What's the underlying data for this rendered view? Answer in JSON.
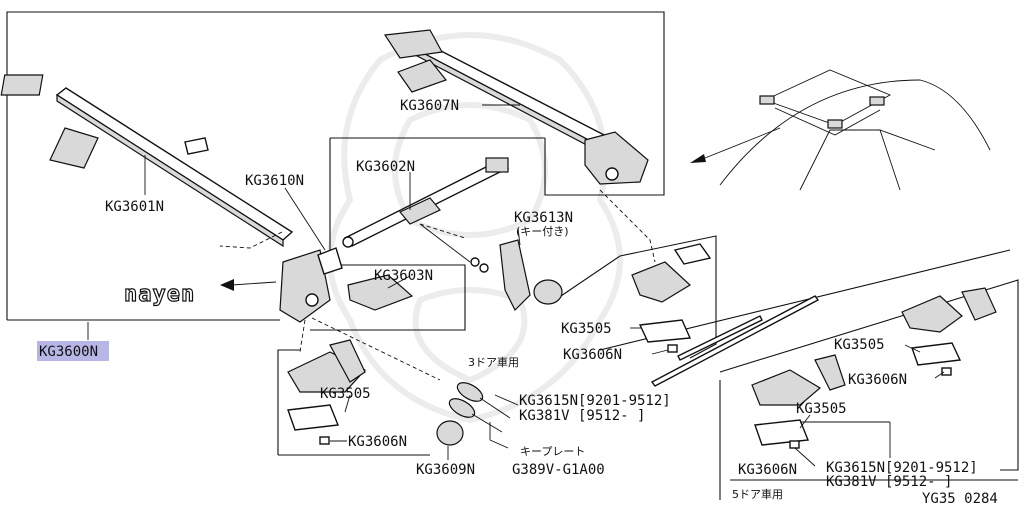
{
  "diagram": {
    "highlight_part": "KG3600N",
    "part_labels": {
      "kg3607n": "KG3607N",
      "kg3601n": "KG3601N",
      "kg3610n": "KG3610N",
      "kg3602n": "KG3602N",
      "kg3613n": "KG3613N",
      "kg3613n_note": "(キー付き)",
      "kg3603n": "KG3603N",
      "kg3600n": "KG3600N",
      "kg3505_a": "KG3505",
      "kg3606n_a": "KG3606N",
      "kg3505_b": "KG3505",
      "kg3606n_b": "KG3606N",
      "kg3505_c": "KG3505",
      "kg3606n_c": "KG3606N",
      "kg3505_d": "KG3505",
      "kg3606n_d": "KG3606N",
      "door3_caption": "3ドア車用",
      "door3_kg3615n": "KG3615N[9201-9512]",
      "door3_kg381v": "KG381V [9512-    ]",
      "key_plate": "キープレート",
      "key_plate_code": "G389V-G1A00",
      "kg3609n": "KG3609N",
      "door5_kg3615n": "KG3615N[9201-9512]",
      "door5_kg381v": "KG381V [9512-    ]",
      "door5_caption": "5ドア車用",
      "diagram_code": "YG35 0284",
      "brand_logo": "nayen"
    }
  }
}
